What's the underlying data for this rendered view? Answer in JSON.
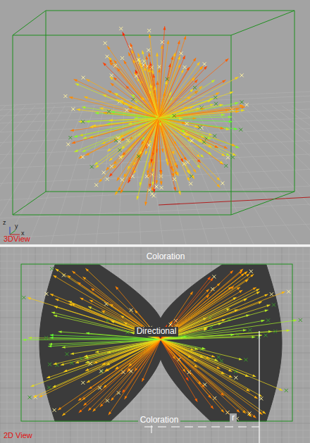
{
  "diagram": {
    "labels": [
      "z",
      "y",
      "x",
      "3DView",
      "Coloration",
      "Directional",
      "Coloration",
      "r",
      "2D View"
    ]
  }
}
